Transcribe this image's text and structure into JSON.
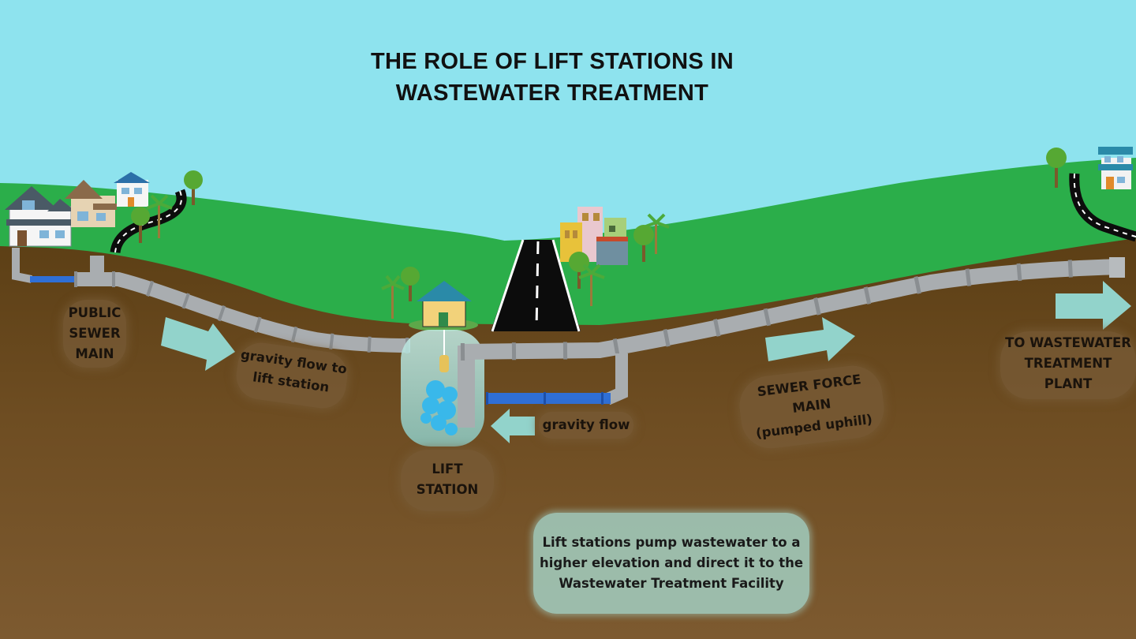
{
  "title": {
    "line1": "THE ROLE OF LIFT STATIONS IN",
    "line2": "WASTEWATER TREATMENT"
  },
  "labels": {
    "public_sewer_main": [
      "PUBLIC",
      "SEWER",
      "MAIN"
    ],
    "gravity_flow_to_lift_station": [
      "gravity flow to",
      "lift station"
    ],
    "gravity_flow": "gravity flow",
    "lift_station": [
      "LIFT",
      "STATION"
    ],
    "sewer_force_main": [
      "SEWER FORCE",
      "MAIN",
      "(pumped uphill)"
    ],
    "to_treatment_plant": [
      "TO WASTEWATER",
      "TREATMENT",
      "PLANT"
    ]
  },
  "caption": [
    "Lift stations pump wastewater to a",
    "higher elevation and direct it to the",
    "Wastewater Treatment Facility"
  ],
  "colors": {
    "sky": "#8ee3ee",
    "hills": "#2bae4a",
    "soil": "#6b4a1f",
    "pipe": "#a9adb0",
    "pipe_blue": "#2f6fd6",
    "arrow": "#92d3cb",
    "water": "#39b8ea",
    "road": "#0c0c0c"
  }
}
